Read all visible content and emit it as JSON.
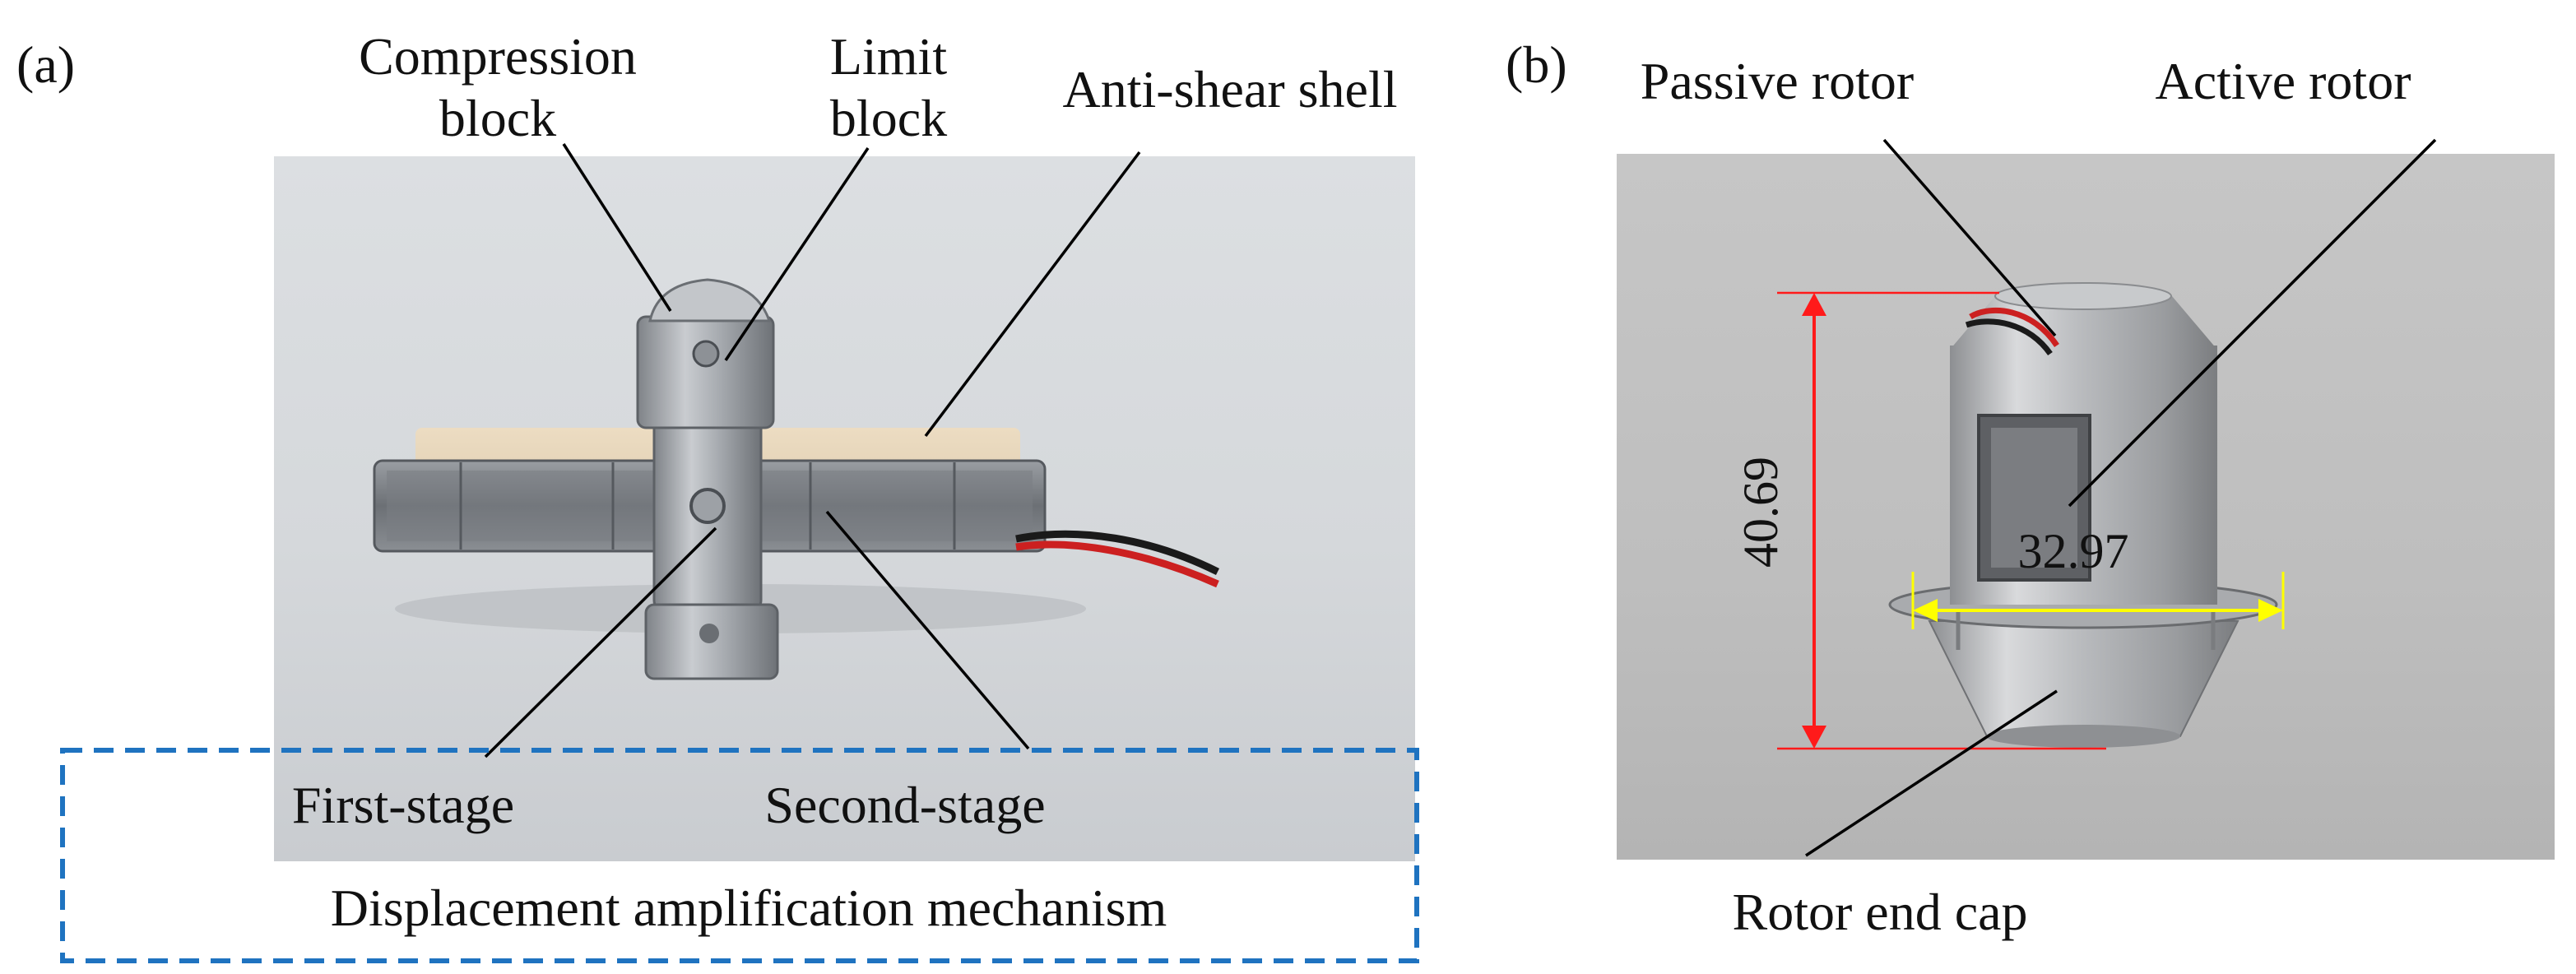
{
  "panel_a": {
    "tag": "(a)",
    "labels": {
      "compression_block_l1": "Compression",
      "compression_block_l2": "block",
      "limit_block_l1": "Limit",
      "limit_block_l2": "block",
      "anti_shear_shell": "Anti-shear shell",
      "first_stage": "First-stage",
      "second_stage": "Second-stage"
    },
    "group_label": "Displacement amplification mechanism"
  },
  "panel_b": {
    "tag": "(b)",
    "labels": {
      "passive_rotor": "Passive rotor",
      "active_rotor": "Active rotor",
      "rotor_end_cap": "Rotor end cap"
    },
    "height_dim": "40.69",
    "width_dim": "32.97"
  },
  "colors": {
    "box_dash": "#1f73c0",
    "group_text": "#1f73c0",
    "height_dim": "#ff1a1a",
    "width_dim": "#ffff00"
  }
}
